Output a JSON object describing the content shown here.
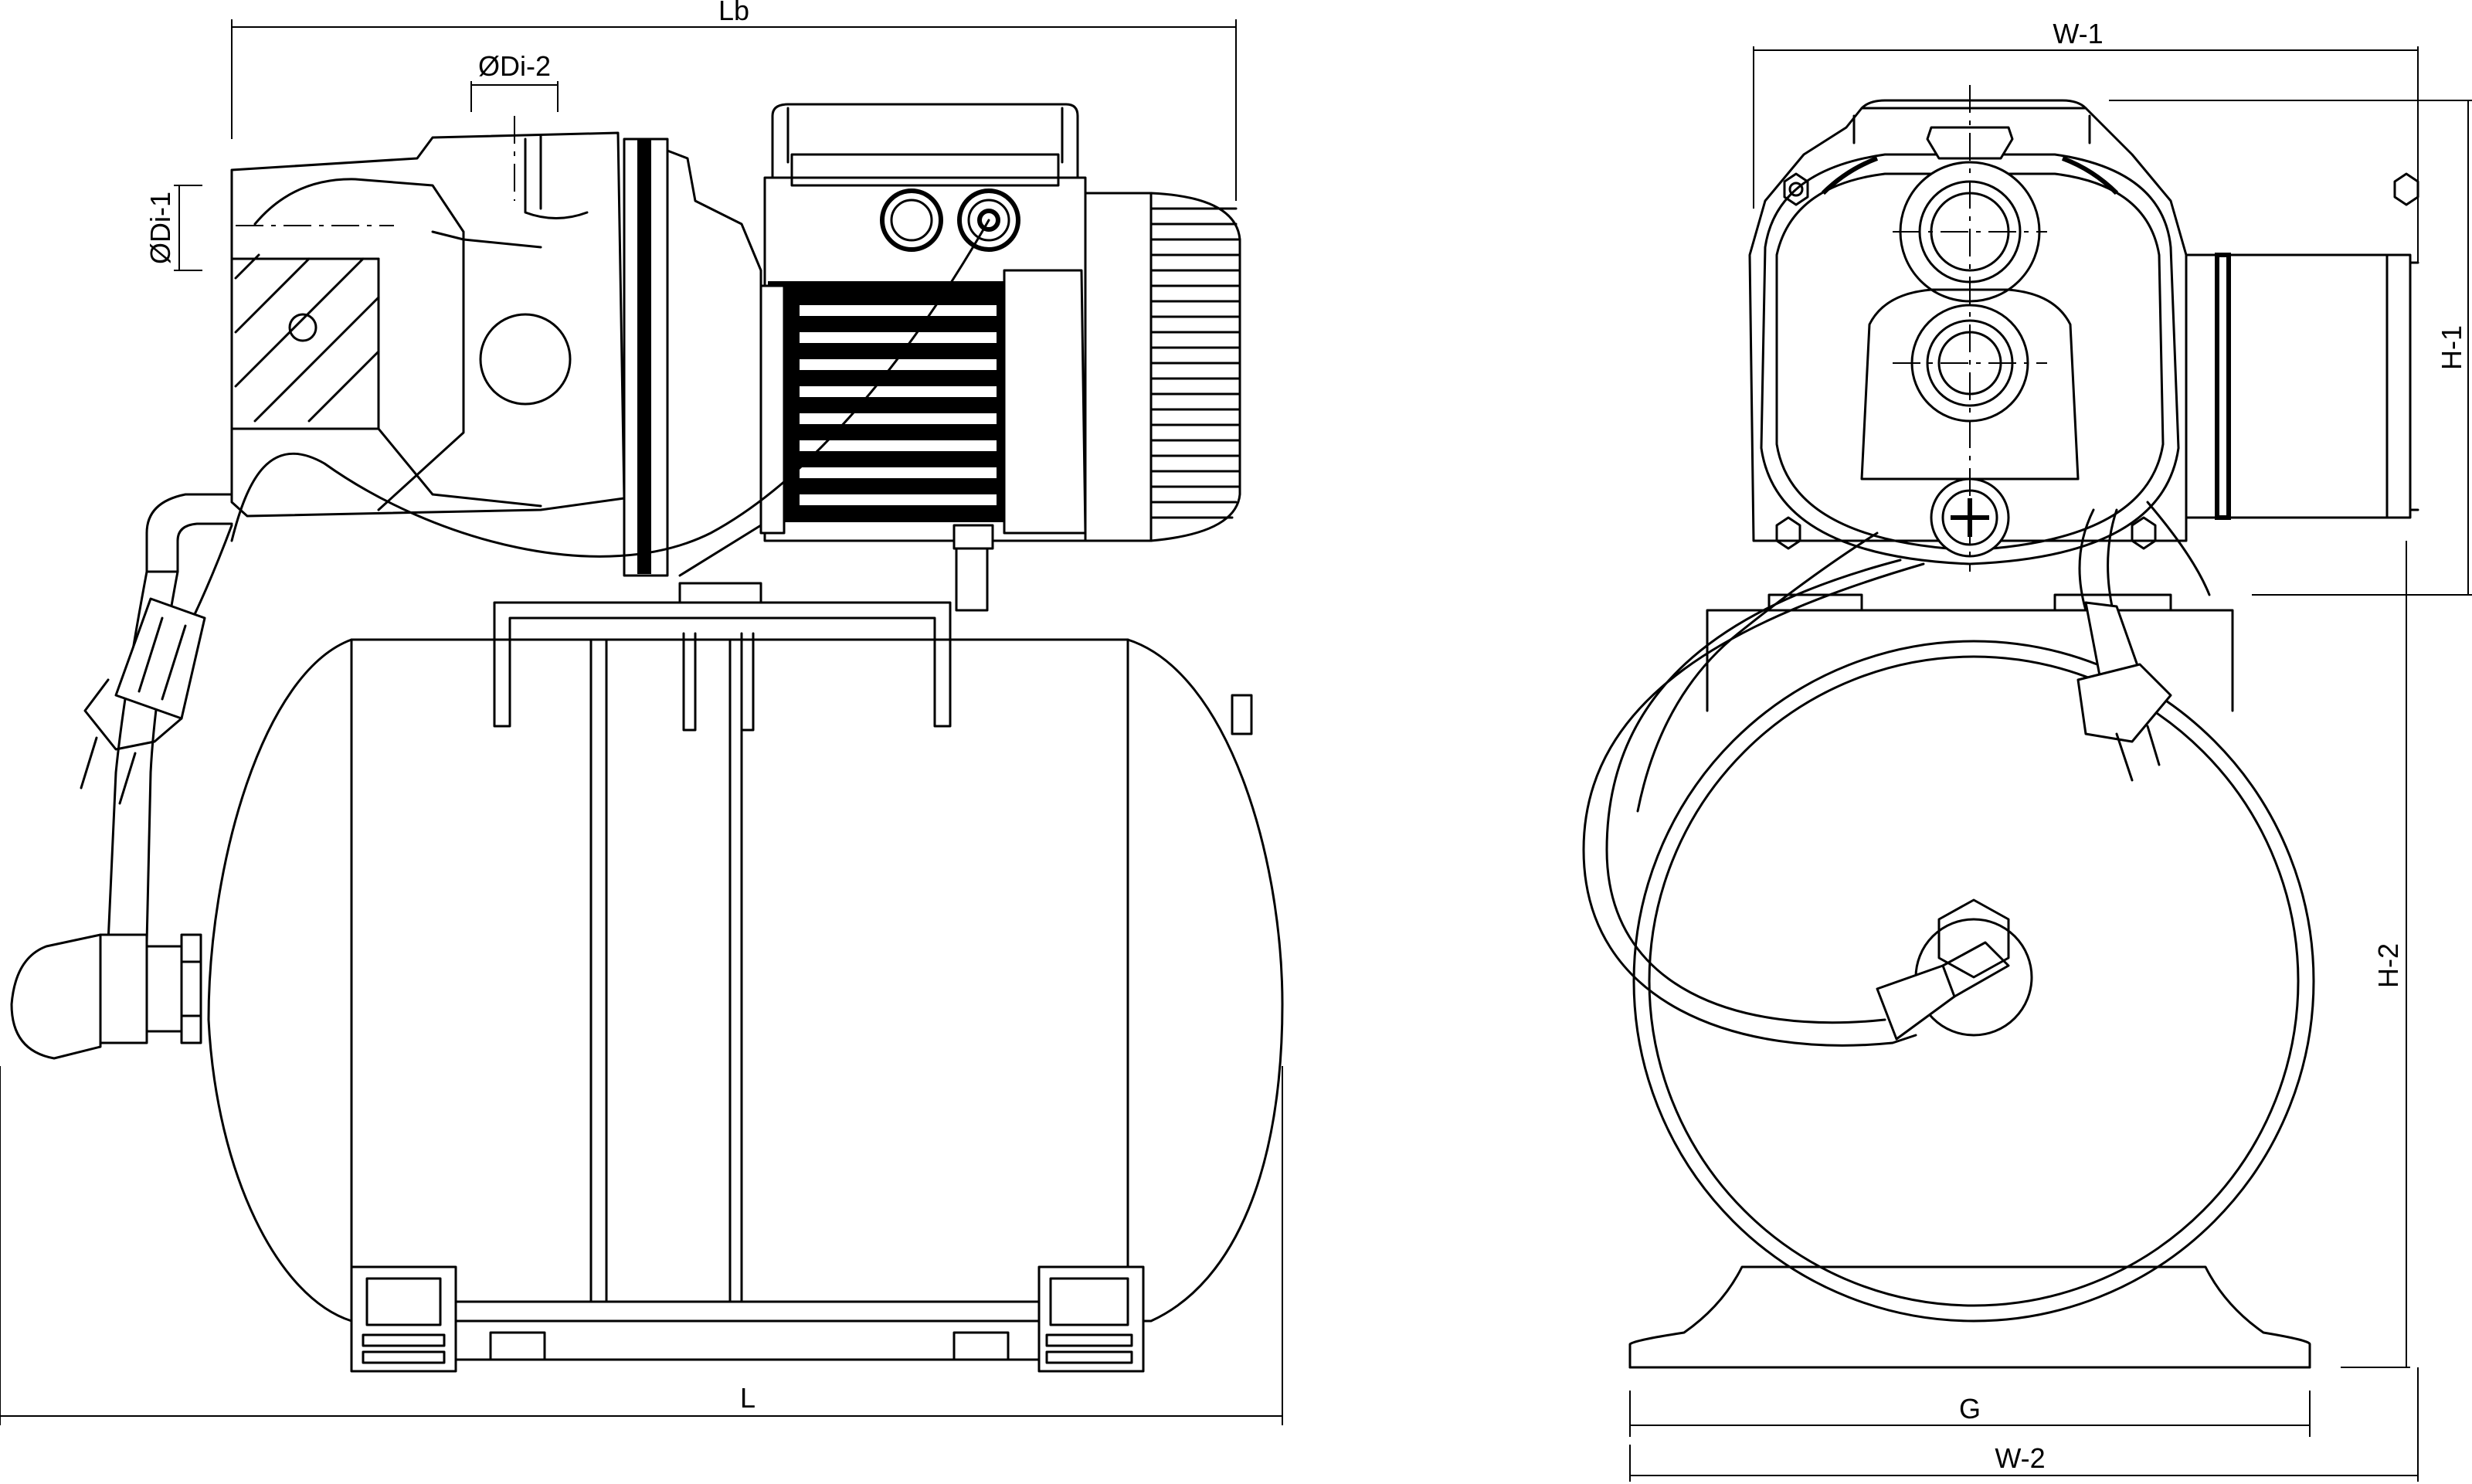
{
  "labels": {
    "overall_length_pump": "Lb",
    "inner_diameter_2": "ØDi-2",
    "inner_diameter_1": "ØDi-1",
    "overall_length_tank": "L",
    "width_top": "W-1",
    "height_1": "H-1",
    "height_2": "H-2",
    "base_width_g": "G",
    "width_bottom": "W-2"
  }
}
